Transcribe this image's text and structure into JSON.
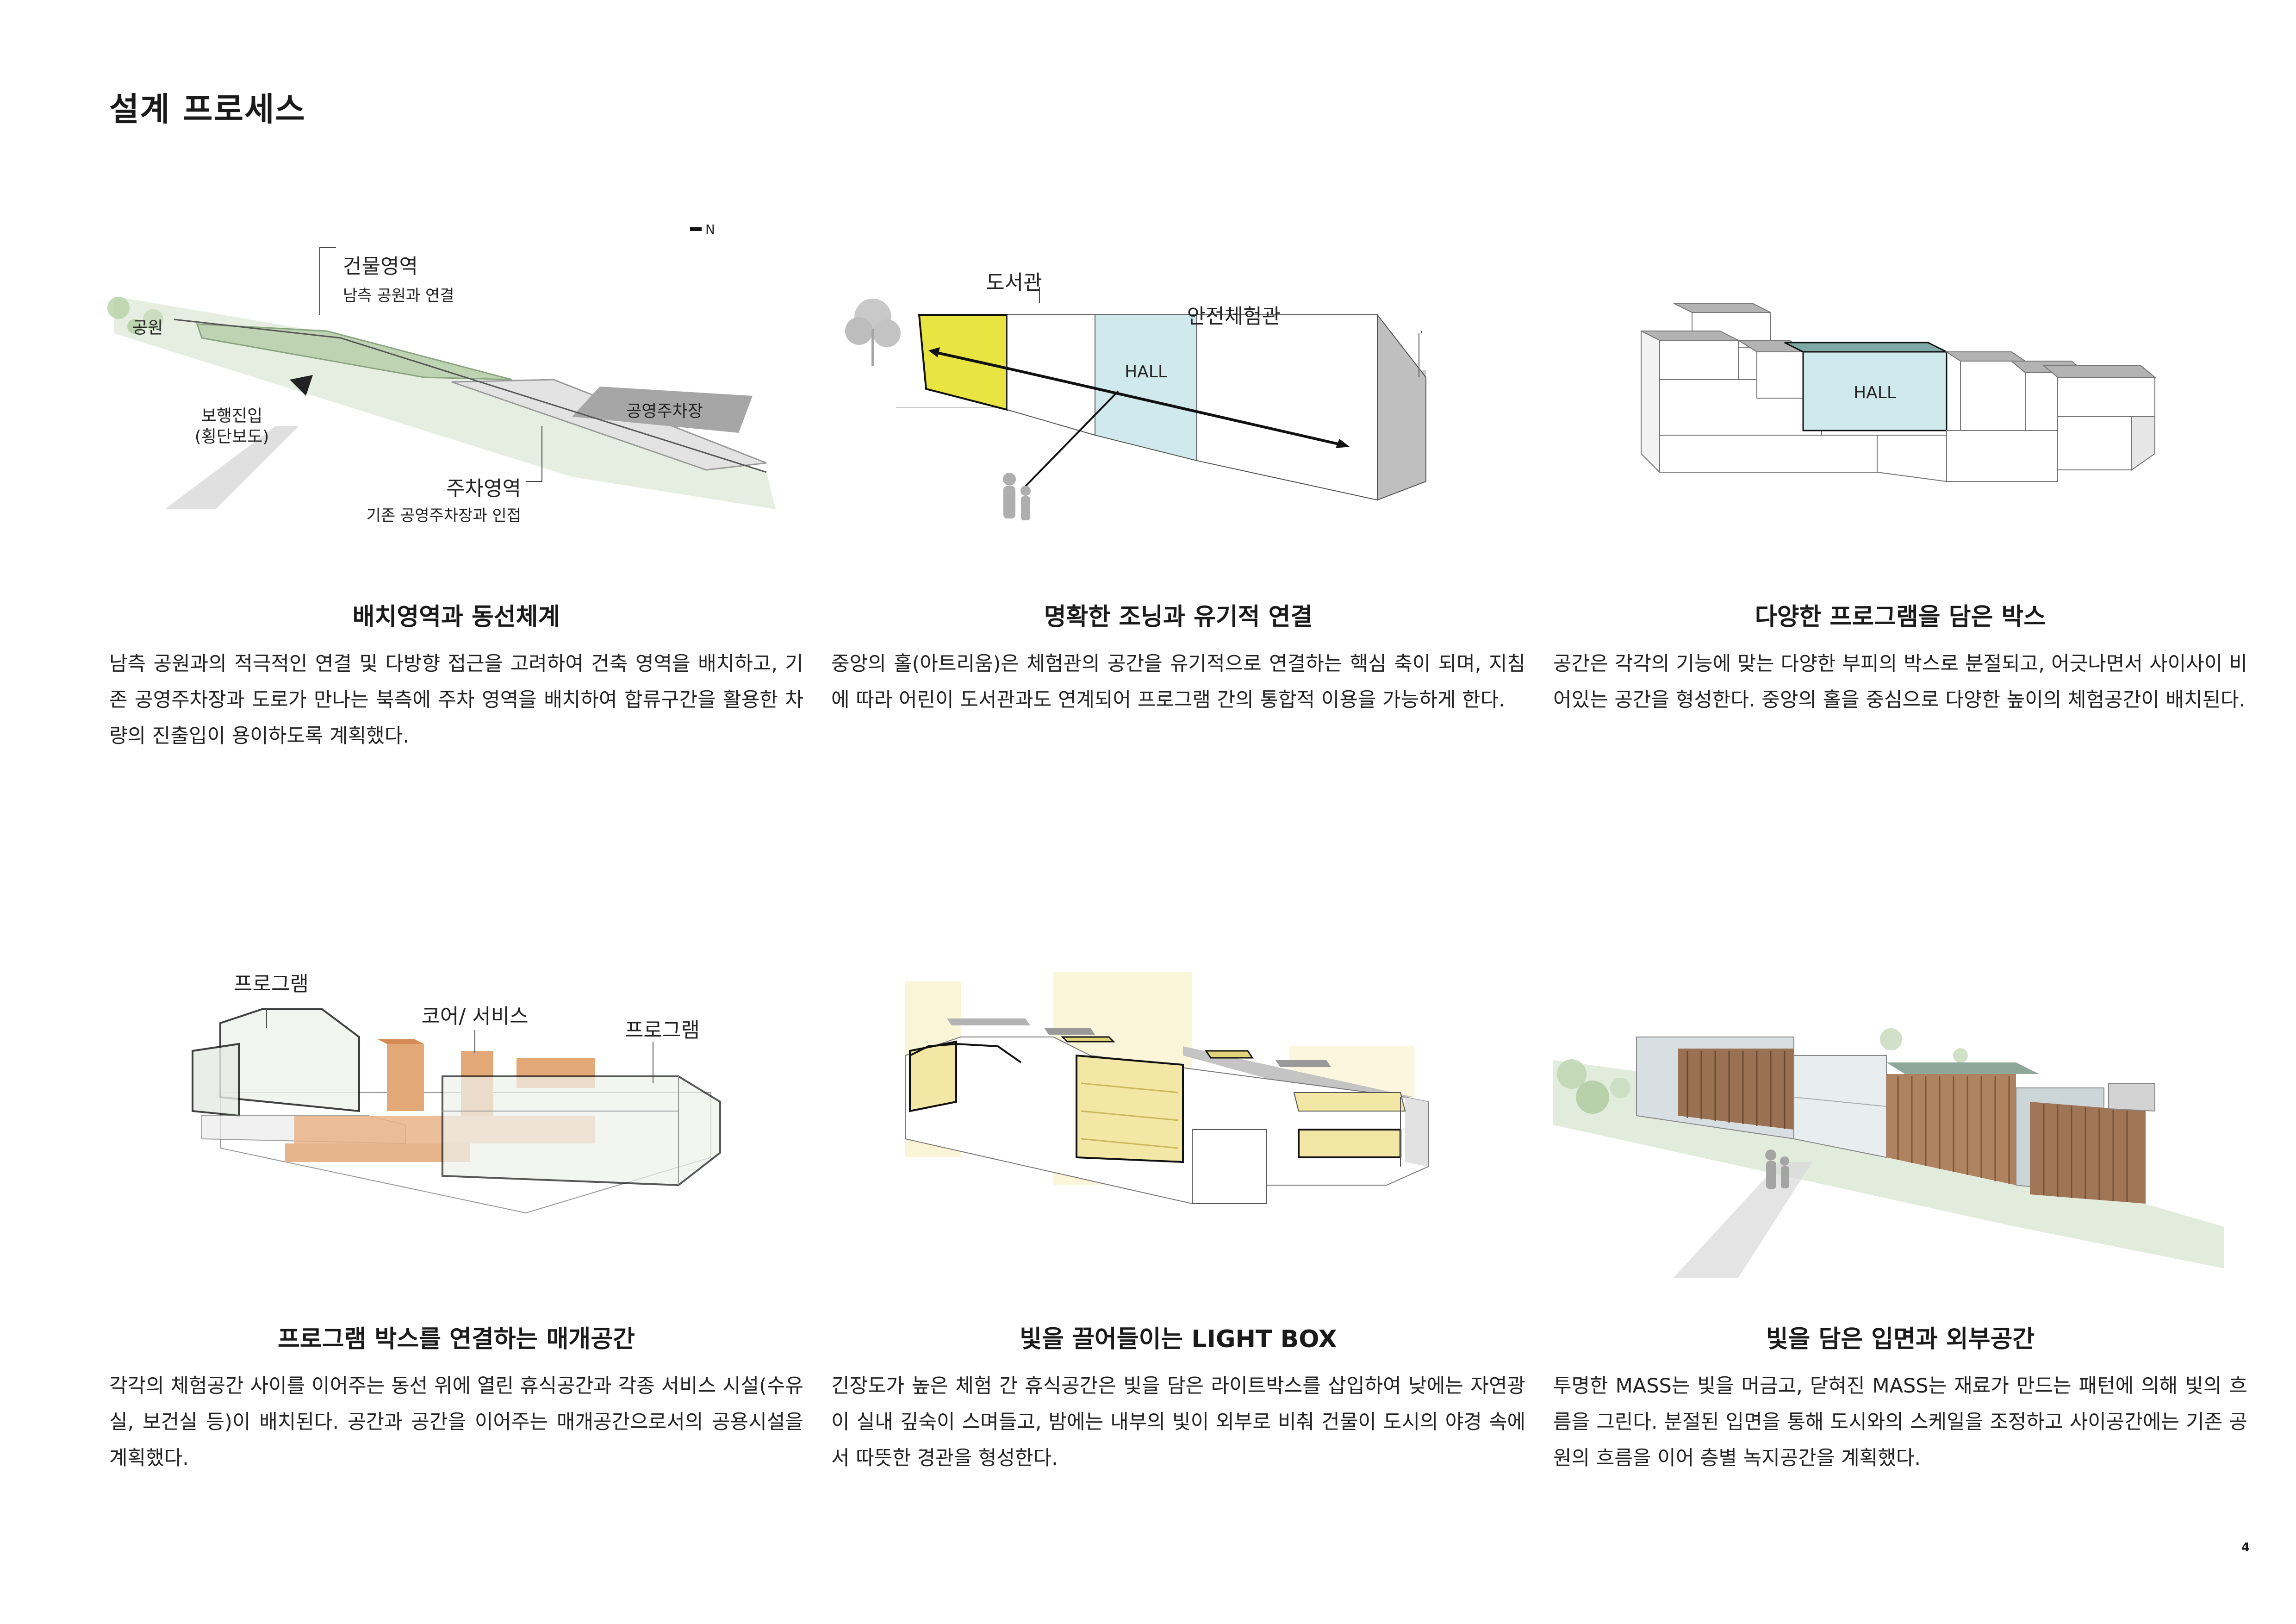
{
  "page": {
    "title": "설계 프로세스",
    "page_number": "4"
  },
  "panels": [
    {
      "heading": "배치영역과 동선체계",
      "body": "남측 공원과의 적극적인 연결 및 다방향 접근을 고려하여 건축 영역을 배치하고, 기존 공영주차장과 도로가 만나는 북측에 주차 영역을 배치하여 합류구간을 활용한 차량의 진출입이 용이하도록 계획했다.",
      "labels": {
        "north": "N",
        "park": "공원",
        "building_area": "건물영역",
        "building_area_sub": "남측 공원과 연결",
        "pedestrian_1": "보행진입",
        "pedestrian_2": "(횡단보도)",
        "public_parking": "공영주차장",
        "parking_area": "주차영역",
        "parking_area_sub": "기존 공영주차장과 인접"
      }
    },
    {
      "heading": "명확한 조닝과 유기적 연결",
      "body": "중앙의 홀(아트리움)은 체험관의 공간을 유기적으로 연결하는 핵심 축이 되며, 지침에 따라 어린이 도서관과도 연계되어 프로그램 간의 통합적 이용을 가능하게 한다.",
      "labels": {
        "library": "도서관",
        "safety_hall": "안전체험관",
        "hall": "HALL"
      }
    },
    {
      "heading": "다양한 프로그램을 담은 박스",
      "body": "공간은 각각의 기능에 맞는 다양한 부피의 박스로 분절되고, 어긋나면서 사이사이 비어있는 공간을 형성한다. 중앙의 홀을 중심으로 다양한 높이의 체험공간이 배치된다.",
      "labels": {
        "hall": "HALL"
      }
    },
    {
      "heading": "프로그램 박스를 연결하는 매개공간",
      "body": "각각의 체험공간 사이를 이어주는 동선 위에 열린 휴식공간과 각종 서비스 시설(수유실, 보건실 등)이 배치된다. 공간과 공간을 이어주는 매개공간으로서의 공용시설을 계획했다.",
      "labels": {
        "program_1": "프로그램",
        "core_service": "코어/ 서비스",
        "program_2": "프로그램"
      }
    },
    {
      "heading": "빛을 끌어들이는 LIGHT BOX",
      "body": "긴장도가 높은 체험 간 휴식공간은 빛을 담은 라이트박스를 삽입하여 낮에는 자연광이 실내 깊숙이 스며들고, 밤에는 내부의 빛이 외부로 비춰 건물이 도시의 야경 속에서 따뜻한 경관을 형성한다.",
      "labels": {}
    },
    {
      "heading": "빛을 담은 입면과 외부공간",
      "body": "투명한 MASS는 빛을 머금고, 닫혀진 MASS는 재료가 만드는 패턴에 의해 빛의 흐름을 그린다. 분절된 입면을 통해 도시와의 스케일을 조정하고 사이공간에는 기존 공원의 흐름을 이어 층별 녹지공간을 계획했다.",
      "labels": {}
    }
  ],
  "colors": {
    "park_green": "#c9dcc0",
    "library_yellow": "#e8e441",
    "library_top": "#a9a43a",
    "hall_cyan": "#cfe9ec",
    "hall_top": "#7fa9a7",
    "roof_grey": "#b3b3b3",
    "core_orange": "#e3a877",
    "light_yellow": "#f4ecb0",
    "wood_brown": "#9a7152"
  }
}
